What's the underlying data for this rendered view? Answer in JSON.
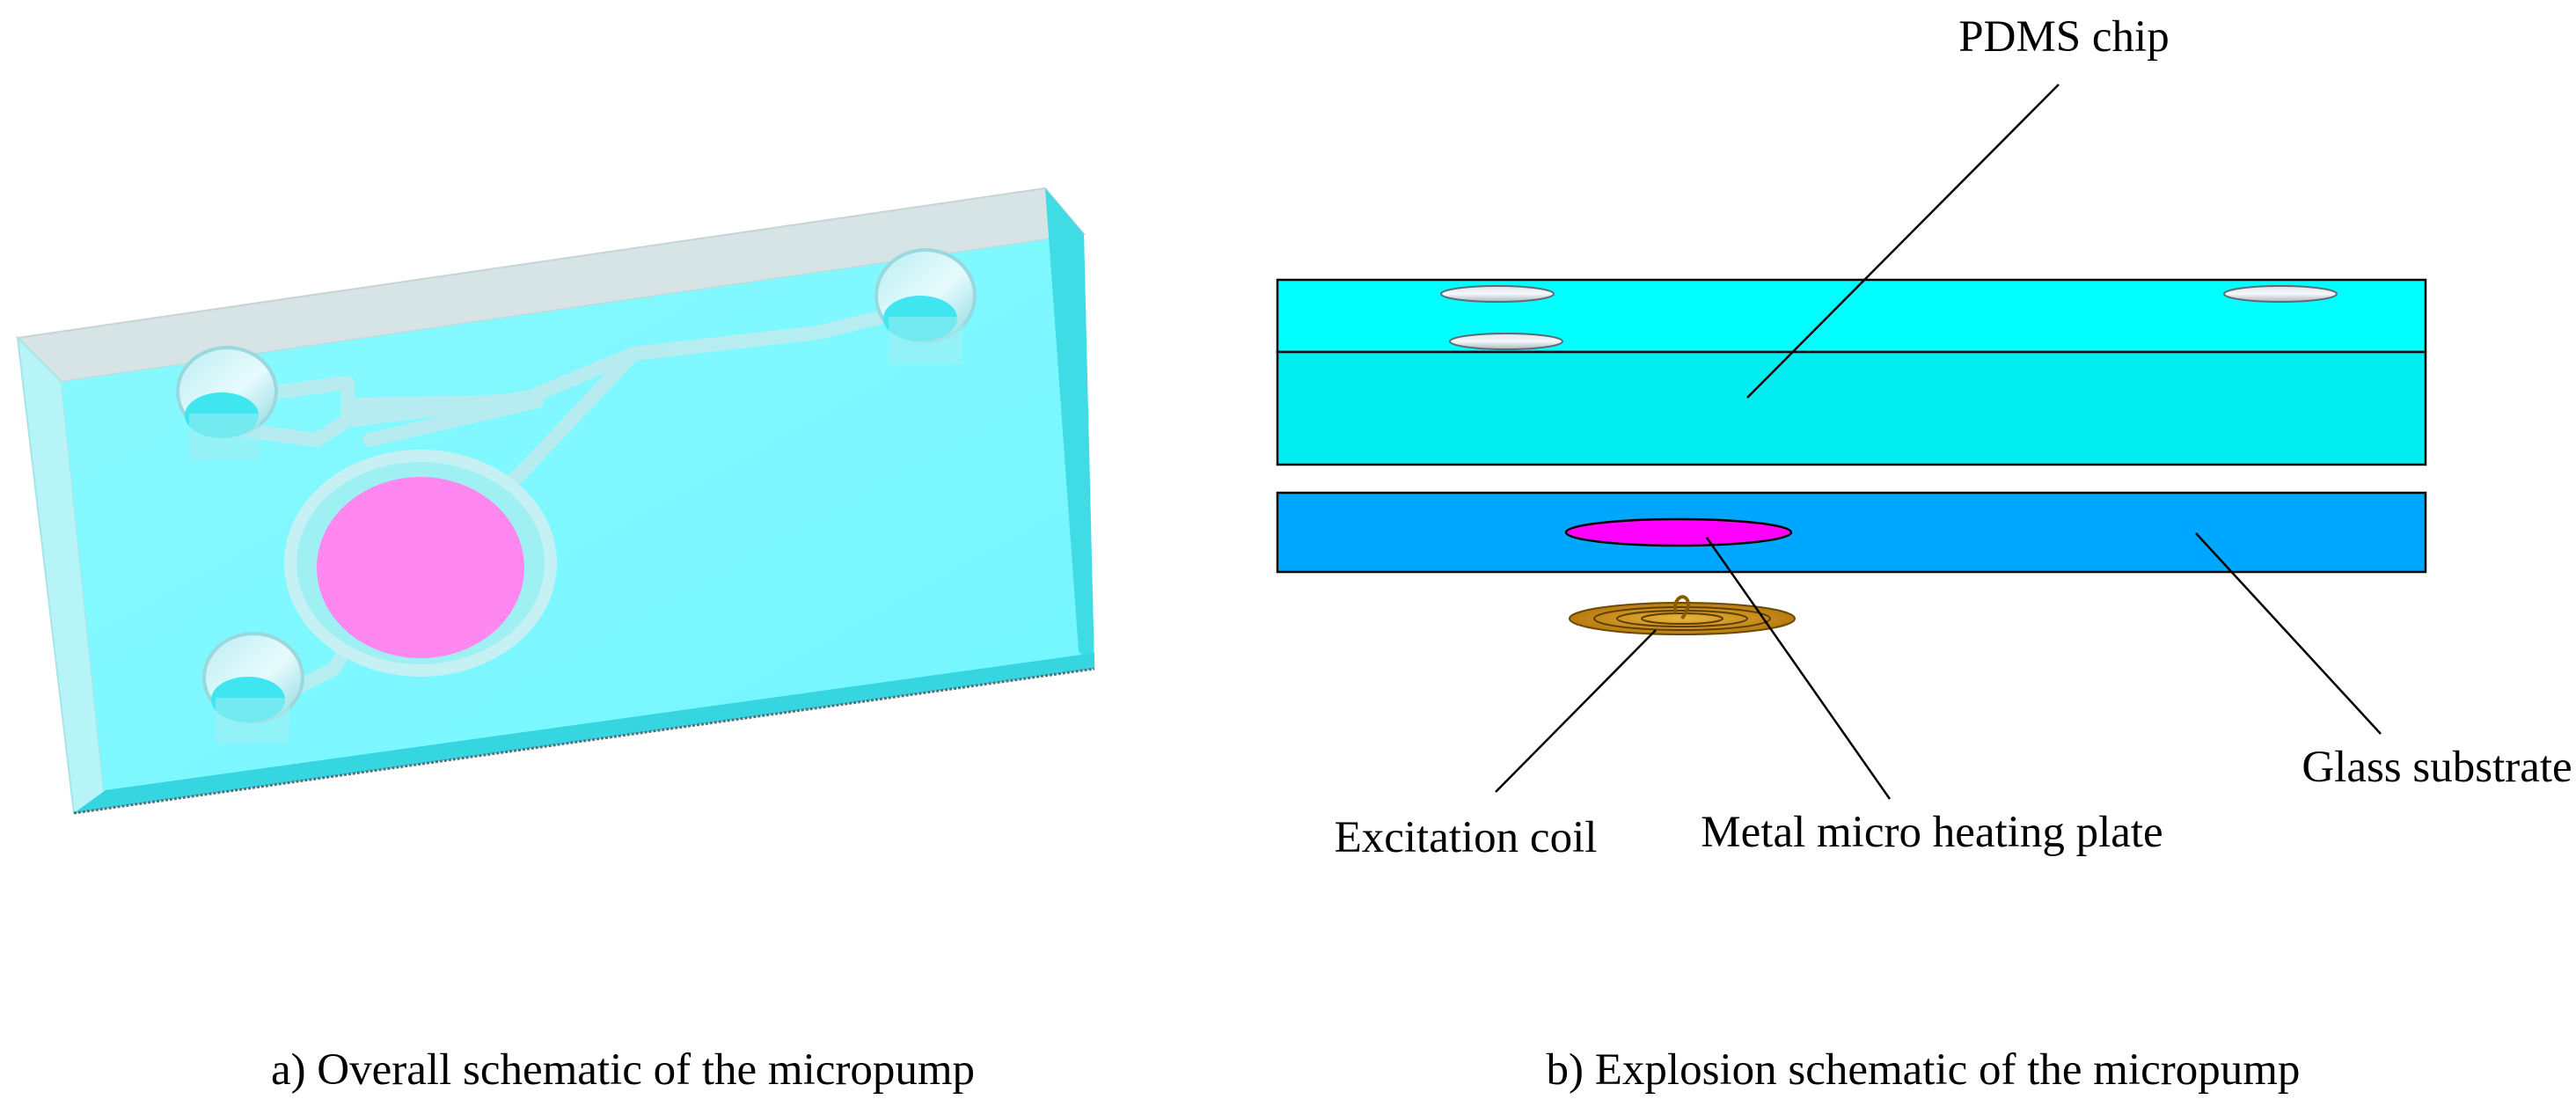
{
  "panel_a": {
    "caption": "a) Overall schematic of the micropump"
  },
  "panel_b": {
    "caption": "b) Explosion schematic of the micropump",
    "labels": {
      "pdms_chip": "PDMS chip",
      "glass_substrate": "Glass substrate",
      "excitation_coil": "Excitation coil",
      "metal_plate": "Metal micro heating plate"
    }
  },
  "colors": {
    "pdms_top": "#00ffff",
    "pdms_body": "#00eef0",
    "glass": "#00a7ff",
    "heating_plate": "#ff00ff",
    "chip_face": "#7ff9ff",
    "chamber": "#ff88f0",
    "coil": "#d99a1a"
  },
  "icons": {
    "ports": "port-hole-icon",
    "coil": "spiral-coil-icon"
  }
}
